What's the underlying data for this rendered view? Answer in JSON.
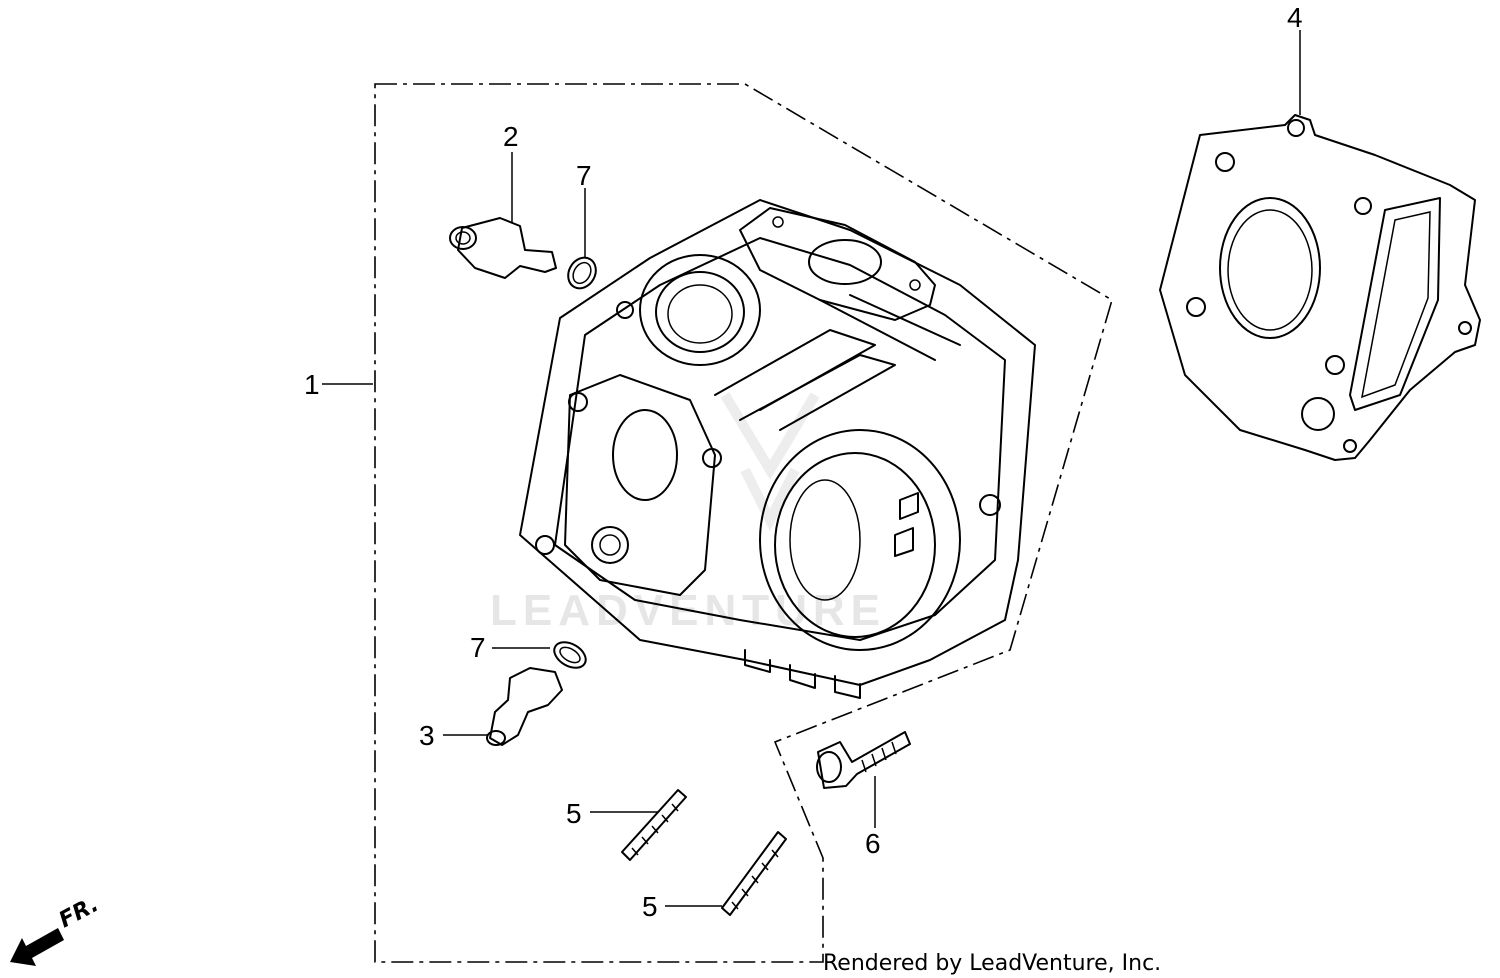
{
  "callouts": {
    "c1": "1",
    "c2": "2",
    "c3": "3",
    "c4": "4",
    "c5a": "5",
    "c5b": "5",
    "c6": "6",
    "c7a": "7",
    "c7b": "7"
  },
  "watermark": "LEADVENTURE",
  "credit": "Rendered by LeadVenture, Inc.",
  "direction_label": "FR."
}
